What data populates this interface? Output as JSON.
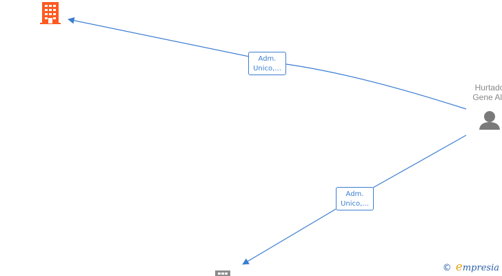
{
  "nodes": {
    "company_top": {
      "icon": "building-icon",
      "color": "#ff5a1f"
    },
    "company_bottom": {
      "icon": "building-icon",
      "color": "#8c8c8c"
    },
    "person": {
      "icon": "person-icon",
      "color": "#7a7a7a",
      "name_line1": "Hurtado",
      "name_line2": "Gene Ale"
    }
  },
  "edges": [
    {
      "line1": "Adm.",
      "line2": "Unico,..."
    },
    {
      "line1": "Adm.",
      "line2": "Unico,..."
    }
  ],
  "edge_color": "#3a7dd1",
  "watermark": {
    "copyright": "©",
    "brand_initial": "e",
    "brand_rest": "mpresia"
  }
}
